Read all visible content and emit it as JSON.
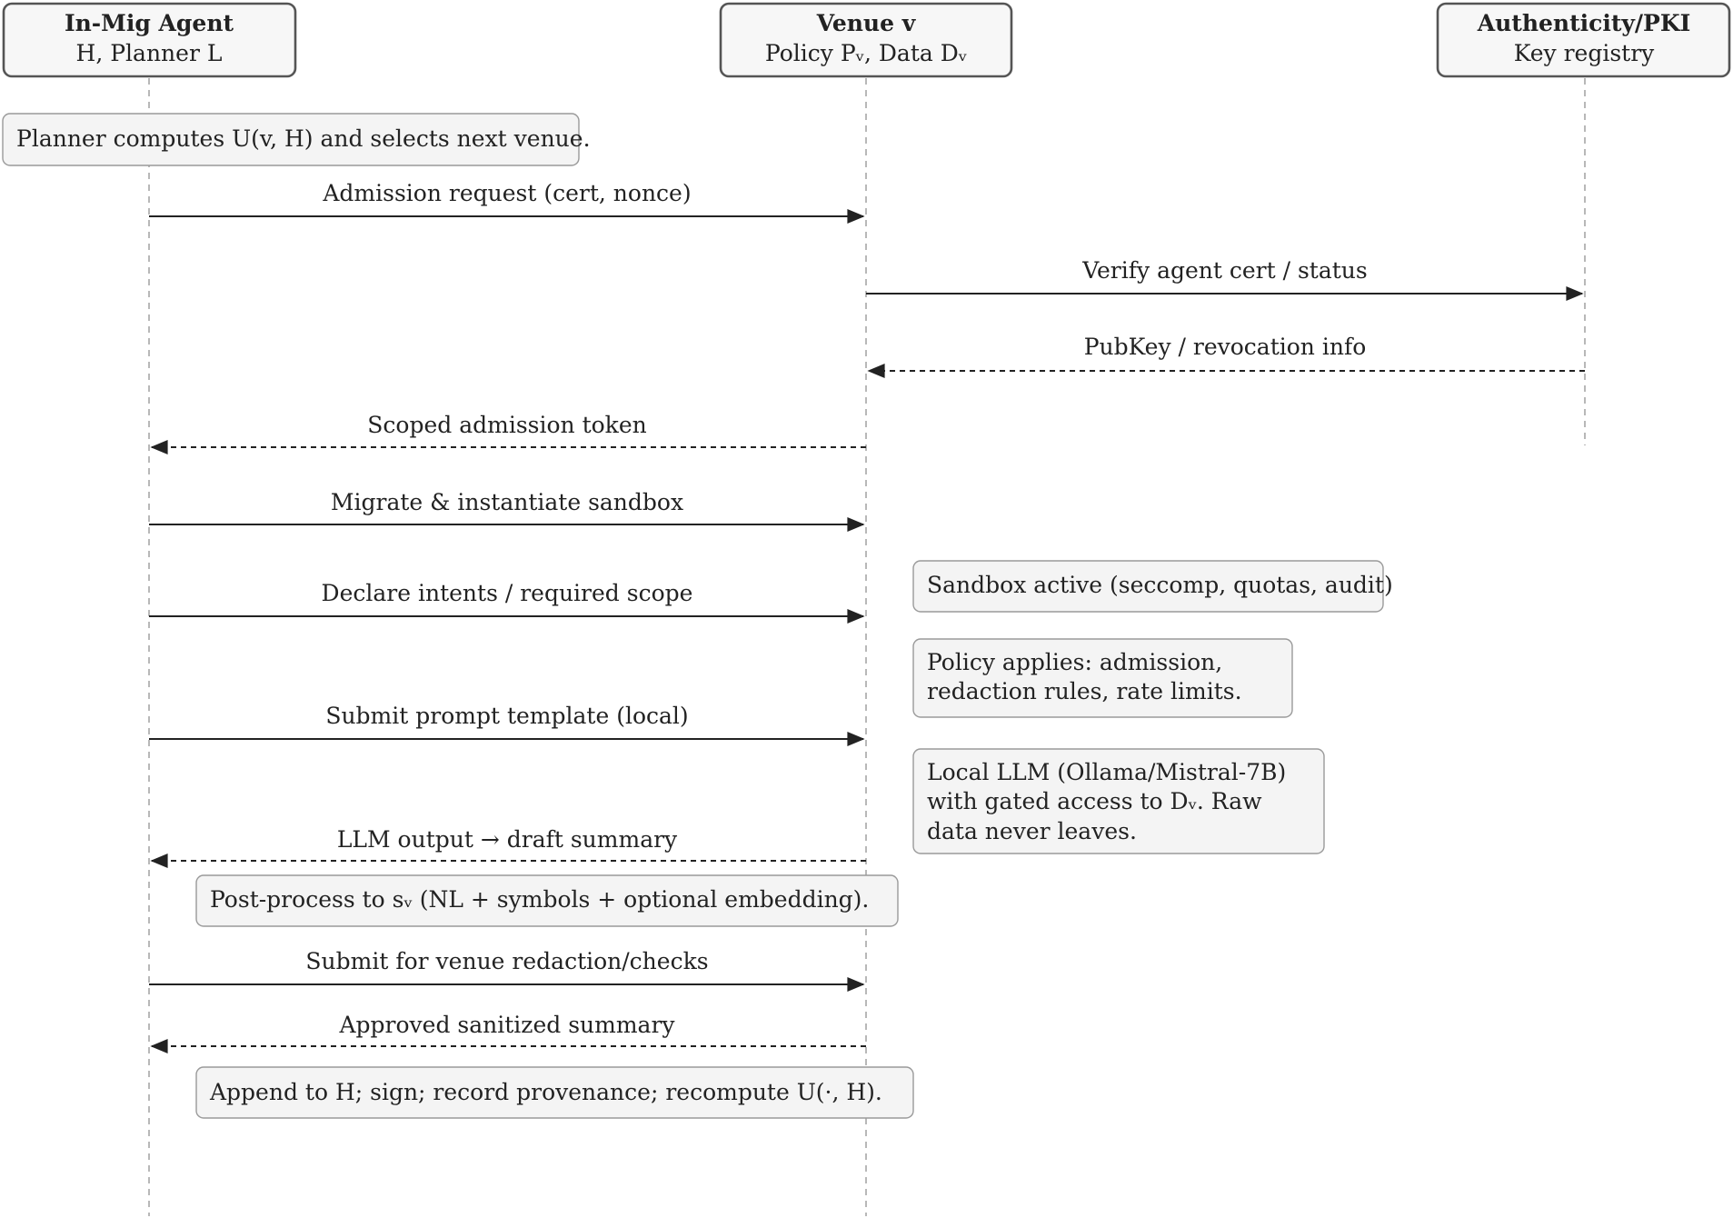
{
  "colors": {
    "line": "#222222",
    "lifeline": "#9a9a9a",
    "box_fill": "#f7f7f7",
    "note_fill": "#f4f4f4"
  },
  "participants": [
    {
      "id": "agent",
      "title": "In-Mig Agent",
      "subtitle": "H, Planner L"
    },
    {
      "id": "venue",
      "title": "Venue v",
      "subtitle": "Policy Pᵥ, Data Dᵥ"
    },
    {
      "id": "pki",
      "title": "Authenticity/PKI",
      "subtitle": "Key registry"
    }
  ],
  "notes": [
    {
      "id": "planner",
      "lines": [
        "Planner computes U(v, H) and selects next venue."
      ]
    },
    {
      "id": "sandbox",
      "lines": [
        "Sandbox active (seccomp, quotas, audit)"
      ]
    },
    {
      "id": "policy",
      "lines": [
        "Policy applies: admission,",
        "redaction rules, rate limits."
      ]
    },
    {
      "id": "llm",
      "lines": [
        "Local LLM (Ollama/Mistral-7B)",
        "with gated access to Dᵥ. Raw",
        "data never leaves."
      ]
    },
    {
      "id": "postprocess",
      "lines": [
        "Post-process to sᵥ (NL + symbols + optional embedding)."
      ]
    },
    {
      "id": "append",
      "lines": [
        "Append to H; sign; record provenance; recompute U(·, H)."
      ]
    }
  ],
  "messages": [
    {
      "from": "agent",
      "to": "venue",
      "style": "solid",
      "label": "Admission request (cert, nonce)"
    },
    {
      "from": "venue",
      "to": "pki",
      "style": "solid",
      "label": "Verify agent cert / status"
    },
    {
      "from": "pki",
      "to": "venue",
      "style": "dashed",
      "label": "PubKey / revocation info"
    },
    {
      "from": "venue",
      "to": "agent",
      "style": "dashed",
      "label": "Scoped admission token"
    },
    {
      "from": "agent",
      "to": "venue",
      "style": "solid",
      "label": "Migrate & instantiate sandbox"
    },
    {
      "from": "agent",
      "to": "venue",
      "style": "solid",
      "label": "Declare intents / required scope"
    },
    {
      "from": "agent",
      "to": "venue",
      "style": "solid",
      "label": "Submit prompt template (local)"
    },
    {
      "from": "venue",
      "to": "agent",
      "style": "dashed",
      "label": "LLM output → draft summary"
    },
    {
      "from": "agent",
      "to": "venue",
      "style": "solid",
      "label": "Submit for venue redaction/checks"
    },
    {
      "from": "venue",
      "to": "agent",
      "style": "dashed",
      "label": "Approved sanitized summary"
    }
  ]
}
